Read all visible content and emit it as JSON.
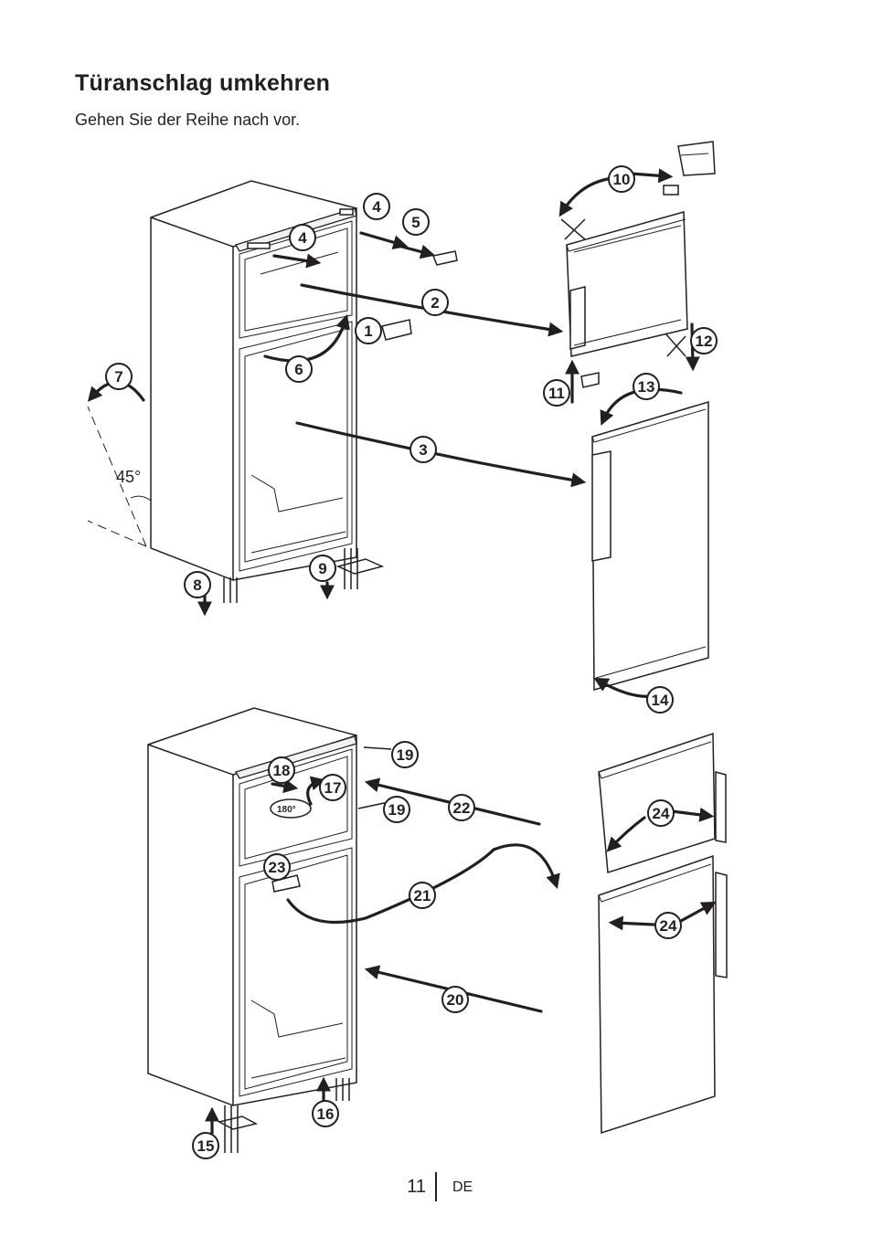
{
  "heading": {
    "title": "Türanschlag umkehren",
    "subtitle": "Gehen Sie der Reihe nach vor."
  },
  "steps": [
    "1",
    "2",
    "3",
    "4",
    "4",
    "5",
    "6",
    "7",
    "8",
    "9",
    "10",
    "11",
    "12",
    "13",
    "14",
    "15",
    "16",
    "17",
    "18",
    "19",
    "19",
    "20",
    "21",
    "22",
    "23",
    "24",
    "24"
  ],
  "labels": {
    "angle": "45°",
    "rotation": "180°"
  },
  "footer": {
    "page_number": "11",
    "language": "DE"
  }
}
